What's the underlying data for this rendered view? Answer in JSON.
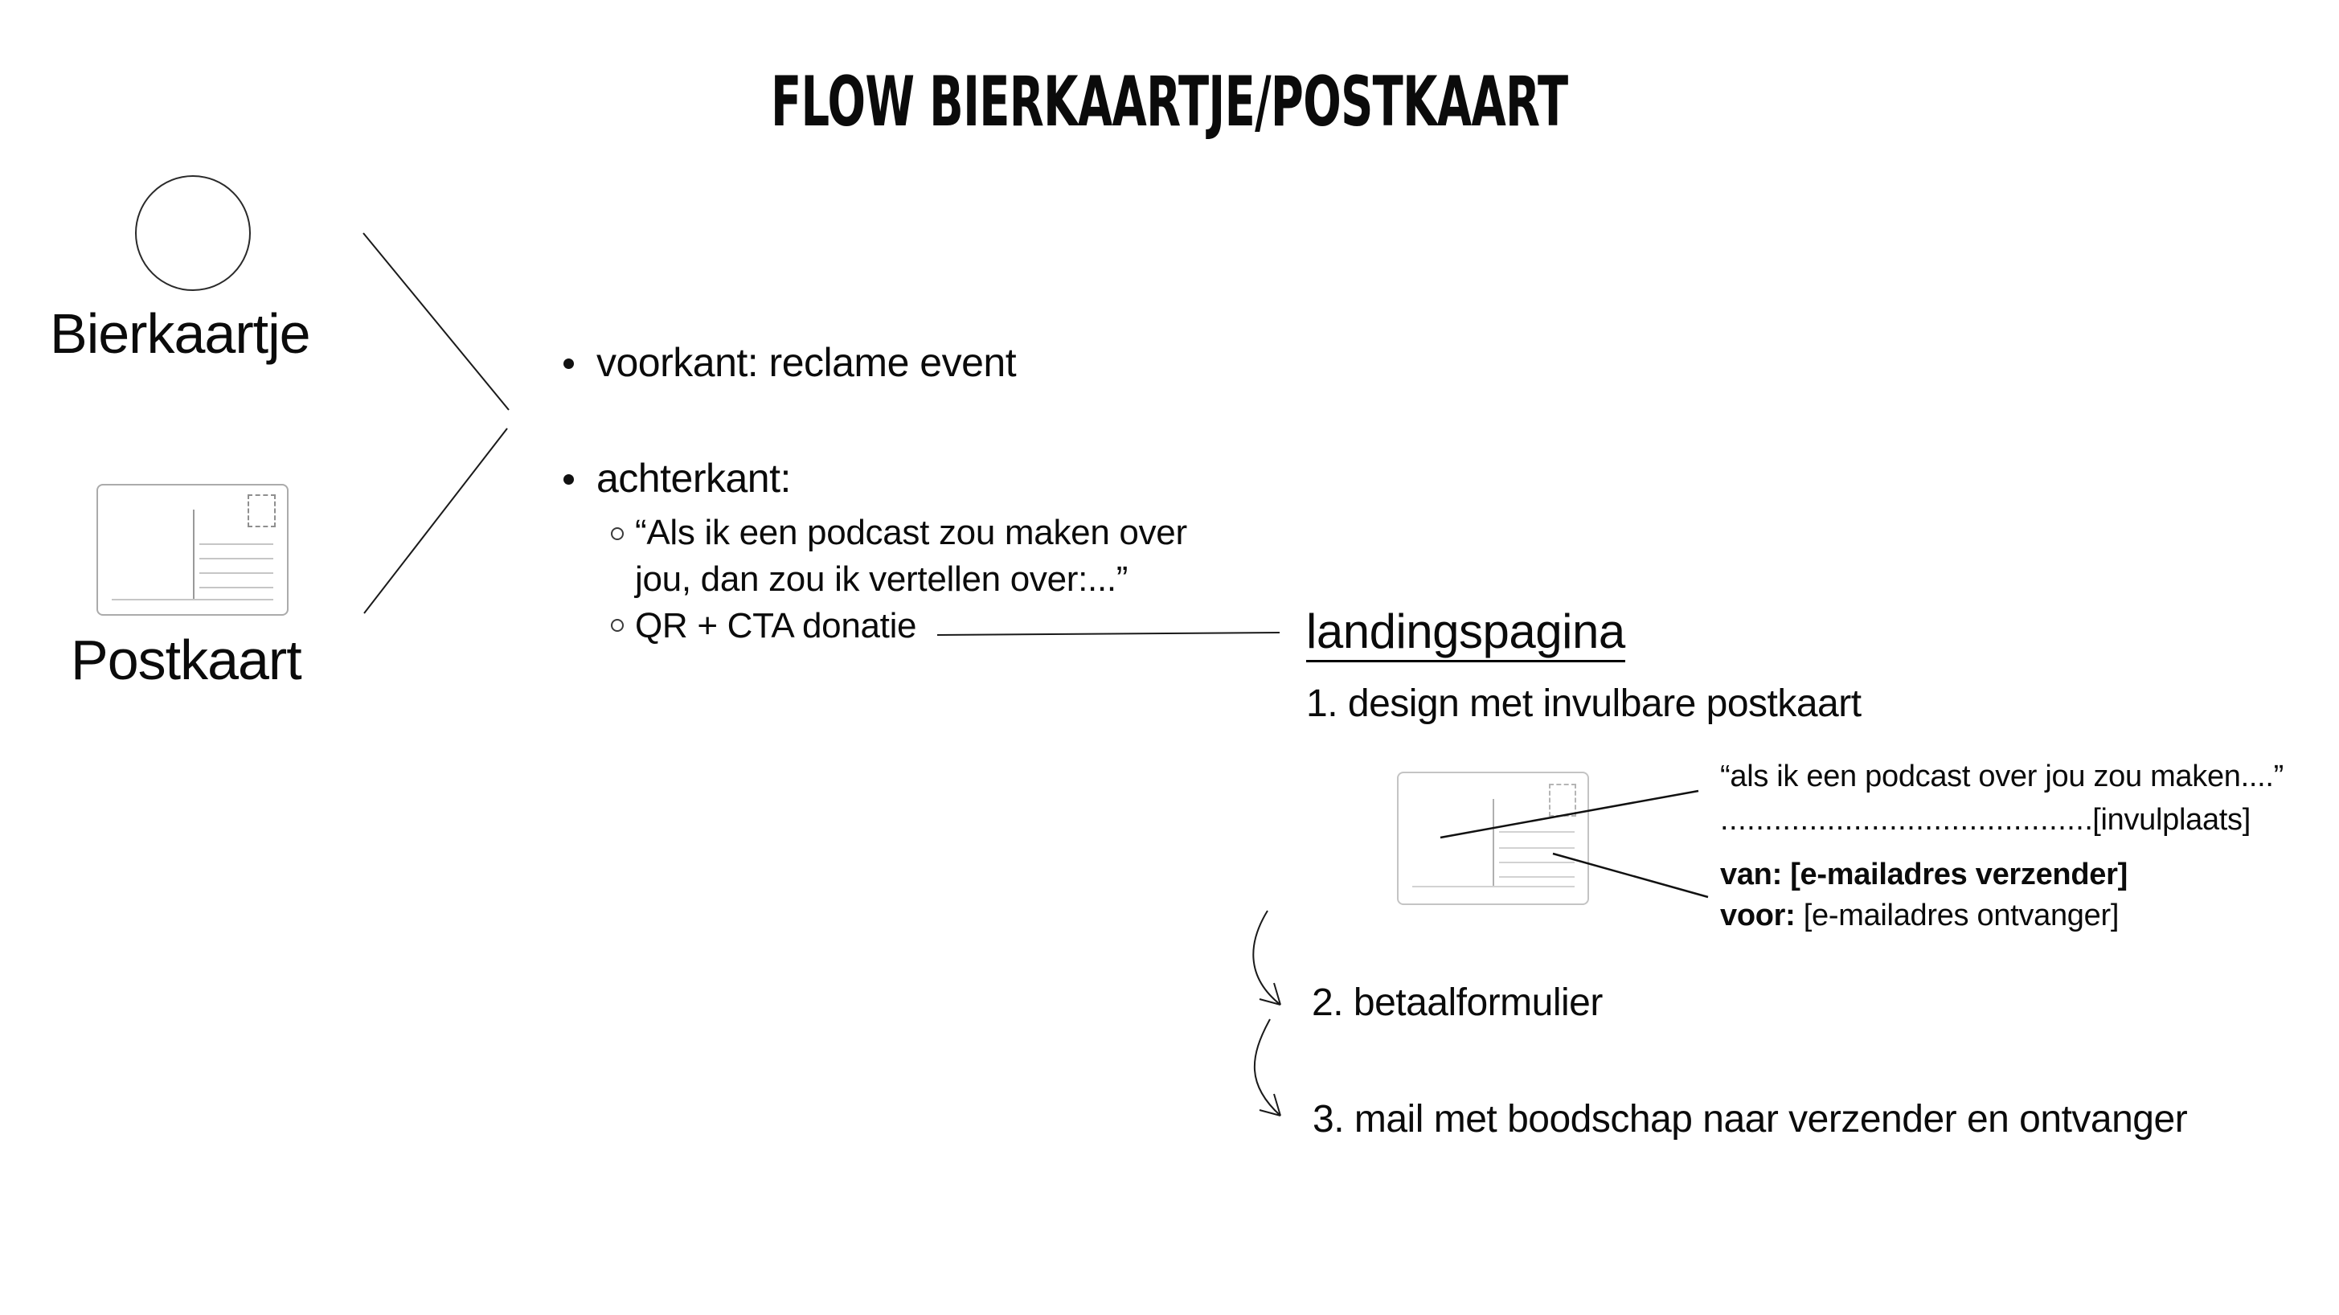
{
  "title": "FLOW BIERKAARTJE/POSTKAART",
  "left_column": {
    "bierkaartje_label": "Bierkaartje",
    "postkaart_label": "Postkaart"
  },
  "bullets": {
    "item1": "voorkant: reclame event",
    "item2": "achterkant:",
    "sub1_line1": "“Als ik een podcast zou maken over",
    "sub1_line2": "jou, dan zou ik vertellen over:...”",
    "sub2": "QR + CTA donatie"
  },
  "landing": {
    "heading": "landingspagina",
    "step1": "1. design met invulbare postkaart",
    "step2": "2. betaalformulier",
    "step3": "3. mail met boodschap naar verzender en ontvanger"
  },
  "annotations": {
    "quote": "“als ik een podcast over jou zou maken....”",
    "dots": "................................................................................",
    "invulplaats": "[invulplaats]",
    "van_label": "van:",
    "van_value": " [e-mailadres verzender]",
    "voor_label": "voor:",
    "voor_value": " [e-mailadres ontvanger]"
  },
  "icons": {
    "bierkaartje_circle": "circle-outline",
    "postkaart_front": "postcard-outline",
    "postkaart_landing": "postcard-outline-light",
    "stamp": "dashed-rectangle",
    "flow_arrows": "curved-arrow-down-right"
  },
  "colors": {
    "text": "#0b0b0b",
    "line": "#1a1a1a",
    "postcard_border": "#ababab",
    "postcard_border_light": "#c4c4c4",
    "postcard_detail": "#c6c6c6",
    "postcard_detail_light": "#d2d2d2"
  }
}
